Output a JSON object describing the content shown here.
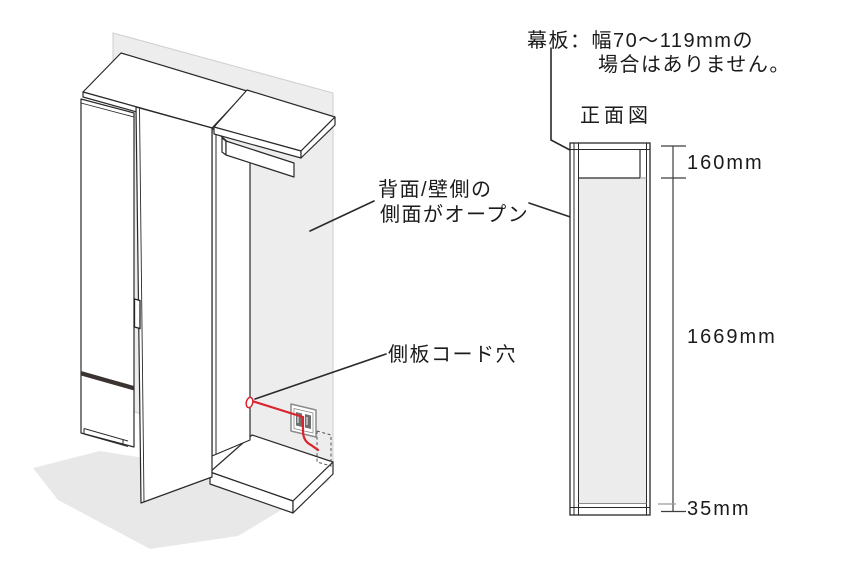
{
  "note": {
    "line1": "幕板：幅70〜119mmの",
    "line2": "場合はありません。"
  },
  "front_view": {
    "title": "正面図",
    "dims": [
      {
        "label": "160mm"
      },
      {
        "label": "1669mm"
      },
      {
        "label": "35mm"
      }
    ]
  },
  "annotations": {
    "open_side_line1": "背面/壁側の",
    "open_side_line2": "側面がオープン",
    "cord_hole": "側板コード穴"
  },
  "colors": {
    "accent_red": "#d9232d",
    "wall_gray": "#ededed",
    "shadow_gray": "#e8e8e8",
    "panel_gray": "#ececec",
    "line_dark": "#2a2a2a"
  }
}
